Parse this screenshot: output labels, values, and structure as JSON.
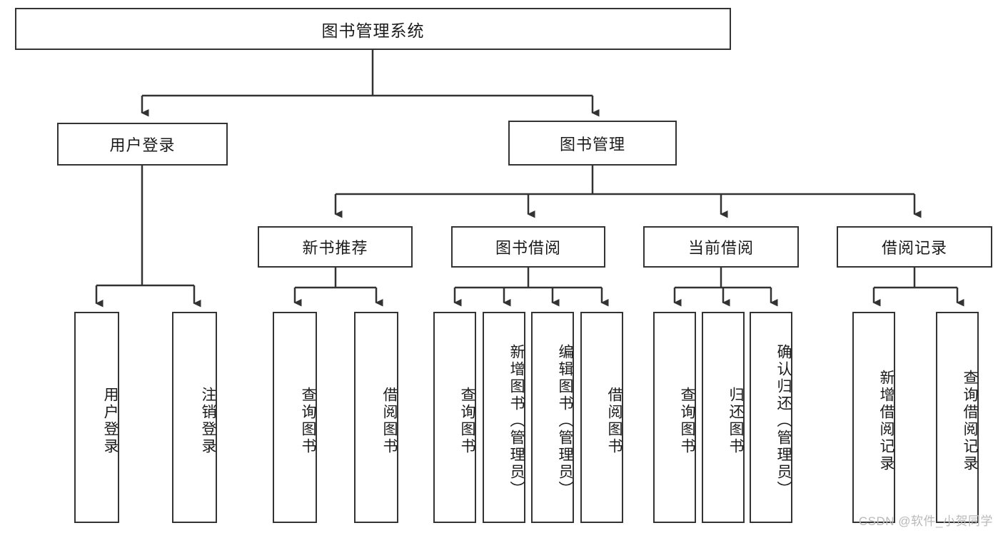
{
  "diagram": {
    "title": "图书管理系统",
    "type": "tree",
    "orientation": "top-down",
    "root": {
      "label": "图书管理系统"
    },
    "level1": [
      {
        "label": "用户登录"
      },
      {
        "label": "图书管理"
      }
    ],
    "level2": [
      {
        "label": "新书推荐"
      },
      {
        "label": "图书借阅"
      },
      {
        "label": "当前借阅"
      },
      {
        "label": "借阅记录"
      }
    ],
    "leaves": {
      "user_login": [
        {
          "label": "用户登录"
        },
        {
          "label": "注销登录"
        }
      ],
      "new_book_recommend": [
        {
          "label": "查询图书"
        },
        {
          "label": "借阅图书"
        }
      ],
      "book_borrow": [
        {
          "label": "查询图书"
        },
        {
          "label": "新增图书（管理员）"
        },
        {
          "label": "编辑图书（管理员）"
        },
        {
          "label": "借阅图书"
        }
      ],
      "current_borrow": [
        {
          "label": "查询图书"
        },
        {
          "label": "归还图书"
        },
        {
          "label": "确认归还（管理员）"
        }
      ],
      "borrow_record": [
        {
          "label": "新增借阅记录"
        },
        {
          "label": "查询借阅记录"
        }
      ]
    }
  },
  "watermark": {
    "text": "CSDN @软件_小贺同学"
  },
  "colors": {
    "stroke": "#333333",
    "text": "#1b1b1b",
    "background": "#ffffff",
    "watermark": "#b9b9b9"
  }
}
